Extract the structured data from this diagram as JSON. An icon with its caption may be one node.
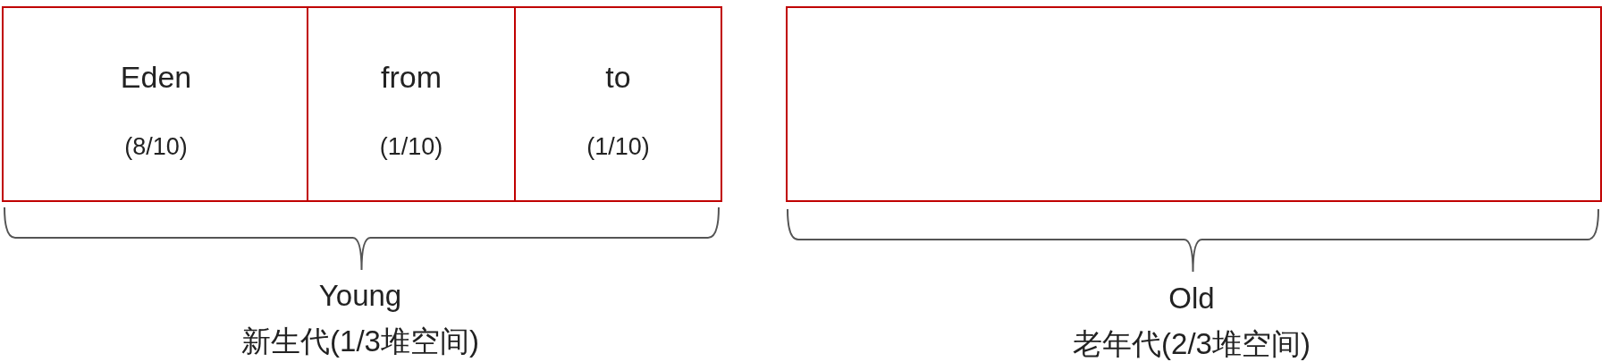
{
  "diagram": {
    "nodes": [
      {
        "text": [
          "Eden",
          "(8/10)"
        ]
      },
      {
        "text": [
          "from",
          "(1/10)"
        ]
      },
      {
        "text": [
          "to",
          "(1/10)"
        ]
      },
      {
        "text": [],
        "shape": "box"
      }
    ],
    "edges": [],
    "labels": [
      "Young",
      "新生代(1/3堆空间)",
      "Old",
      "老年代(2/3堆空间)"
    ]
  }
}
